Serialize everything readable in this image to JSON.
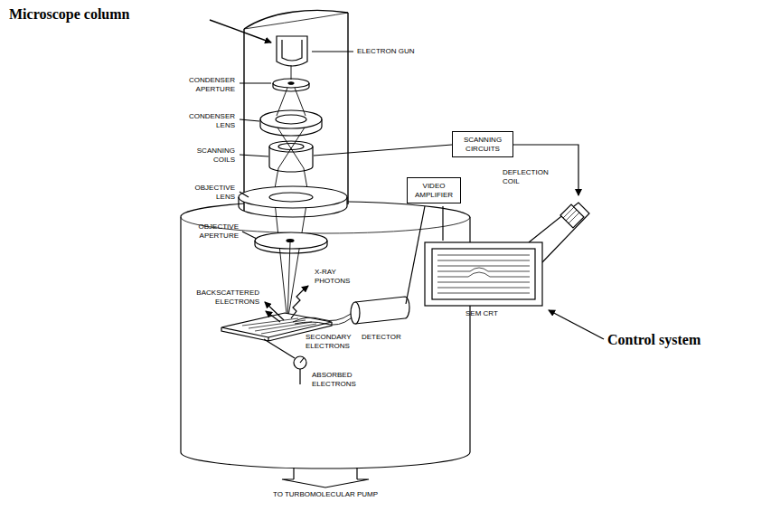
{
  "diagram": {
    "nodes": [
      {
        "text": [
          "SCANNING CIRCUITS"
        ]
      },
      {
        "text": [
          "VIDEO AMPLIFIER"
        ]
      }
    ],
    "labels": [
      "Microscope column",
      "Control system",
      "ELECTRON GUN",
      "CONDENSER APERTURE",
      "CONDENSER LENS",
      "SCANNING COILS",
      "OBJECTIVE LENS",
      "OBJECTIVE APERTURE",
      "DEFLECTION COIL",
      "X-RAY PHOTONS",
      "BACKSCATTERED ELECTRONS",
      "SECONDARY ELECTRONS",
      "DETECTOR",
      "ABSORBED ELECTRONS",
      "SEM CRT",
      "TO TURBOMOLECULAR PUMP"
    ]
  }
}
